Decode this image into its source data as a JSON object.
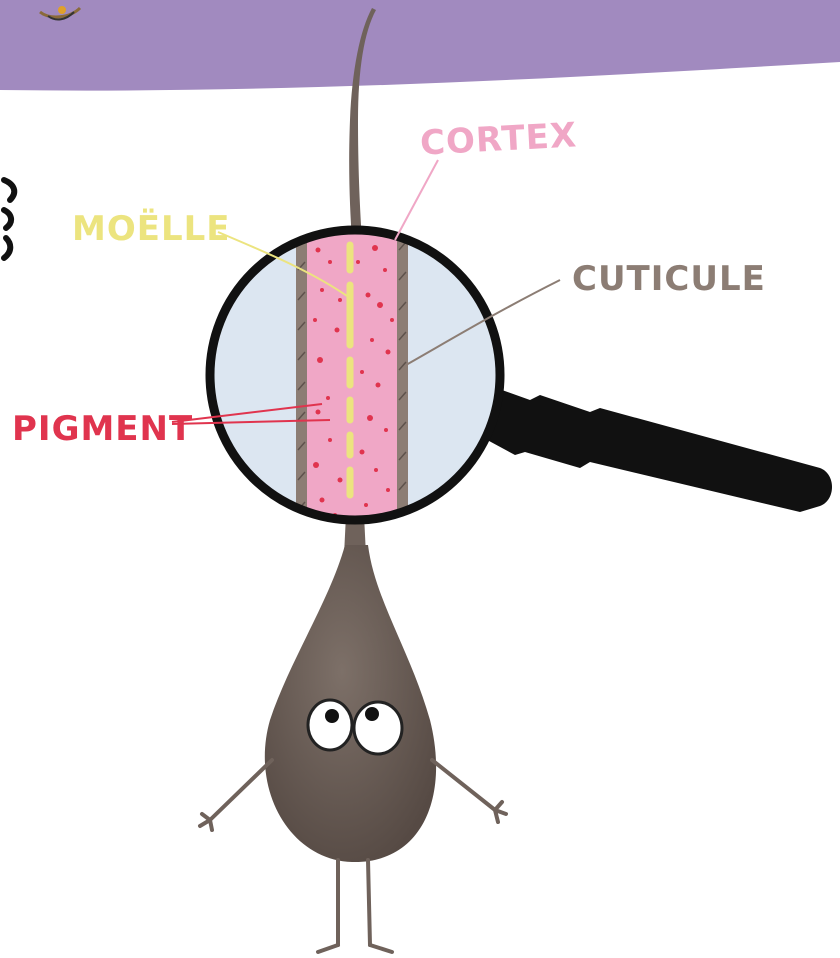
{
  "labels": {
    "cortex": "CORTEX",
    "moelle": "MOËLLE",
    "cuticule": "CUTICULE",
    "pigment": "PIGMENT"
  },
  "colors": {
    "header": "#a18abf",
    "cortex_pink": "#f0a7c6",
    "moelle_yellow": "#ece47f",
    "cuticule_brown": "#8c7d74",
    "pigment_red": "#e0344e",
    "lens_blue": "#dce6f1",
    "body_brown": "#6f625b",
    "handle": "#111111"
  }
}
